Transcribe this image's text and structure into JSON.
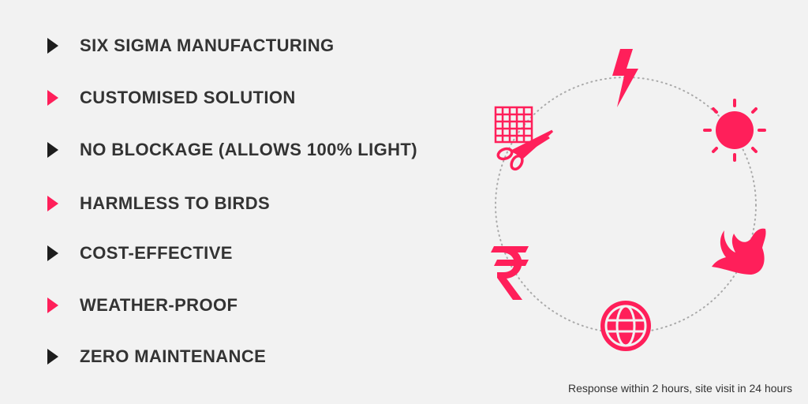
{
  "features": [
    {
      "label": "SIX SIGMA MANUFACTURING",
      "arrow_color": "#1d1d1d"
    },
    {
      "label": "CUSTOMISED SOLUTION",
      "arrow_color": "#ff1f5a"
    },
    {
      "label": "NO BLOCKAGE (ALLOWS 100% LIGHT)",
      "arrow_color": "#1d1d1d"
    },
    {
      "label": "HARMLESS TO BIRDS",
      "arrow_color": "#ff1f5a"
    },
    {
      "label": "COST-EFFECTIVE",
      "arrow_color": "#1d1d1d"
    },
    {
      "label": "WEATHER-PROOF",
      "arrow_color": "#ff1f5a"
    },
    {
      "label": "ZERO MAINTENANCE",
      "arrow_color": "#1d1d1d"
    }
  ],
  "icons": [
    "lightning-icon",
    "sun-icon",
    "bird-icon",
    "globe-icon",
    "rupee-icon",
    "net-scissors-icon"
  ],
  "colors": {
    "accent": "#ff1f5a",
    "dark": "#1d1d1d",
    "background": "#f2f2f2"
  },
  "footer": {
    "text": "Response within 2 hours, site visit in 24 hours"
  }
}
